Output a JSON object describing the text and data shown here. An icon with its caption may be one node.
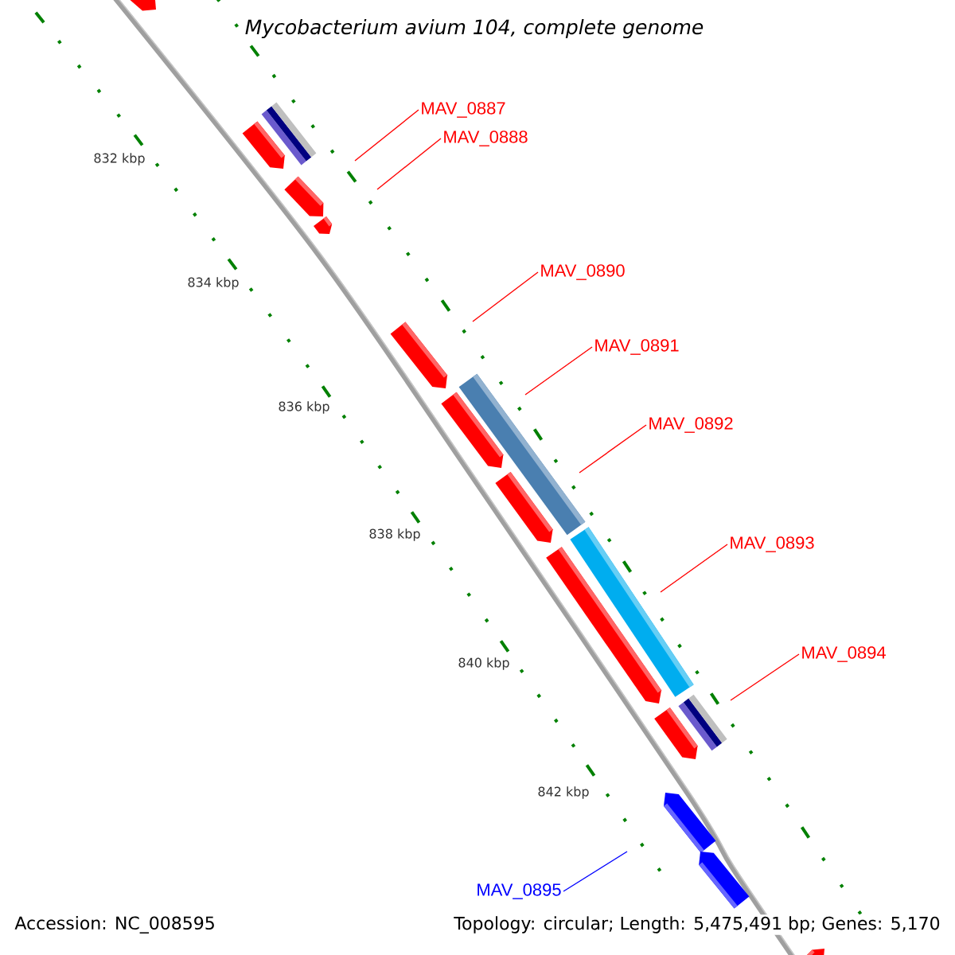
{
  "diagram": {
    "title": "Mycobacterium avium 104, complete genome",
    "nodes": [
      {
        "text": [
          "MAV_0887"
        ]
      },
      {
        "text": [
          "MAV_0888"
        ]
      },
      {
        "text": [
          "MAV_0890"
        ]
      },
      {
        "text": [
          "MAV_0891"
        ]
      },
      {
        "text": [
          "MAV_0892"
        ]
      },
      {
        "text": [
          "MAV_0893"
        ]
      },
      {
        "text": [
          "MAV_0894"
        ]
      },
      {
        "text": [
          "MAV_0895"
        ]
      }
    ],
    "edges": [
      {
        "from": 0,
        "to": null,
        "arrow": "none"
      },
      {
        "from": 1,
        "to": null,
        "arrow": "none"
      },
      {
        "from": 2,
        "to": null,
        "arrow": "none"
      },
      {
        "from": 3,
        "to": null,
        "arrow": "none"
      },
      {
        "from": 4,
        "to": null,
        "arrow": "none"
      },
      {
        "from": 5,
        "to": null,
        "arrow": "none"
      },
      {
        "from": 6,
        "to": null,
        "arrow": "none"
      },
      {
        "from": 7,
        "to": null,
        "arrow": "none",
        "color": "#0000ff"
      }
    ],
    "labels": [
      "832 kbp",
      "834 kbp",
      "836 kbp",
      "838 kbp",
      "840 kbp",
      "842 kbp",
      "Accession: NC_008595",
      "Topology: circular; Length: 5,475,491 bp; Genes: 5,170"
    ]
  }
}
